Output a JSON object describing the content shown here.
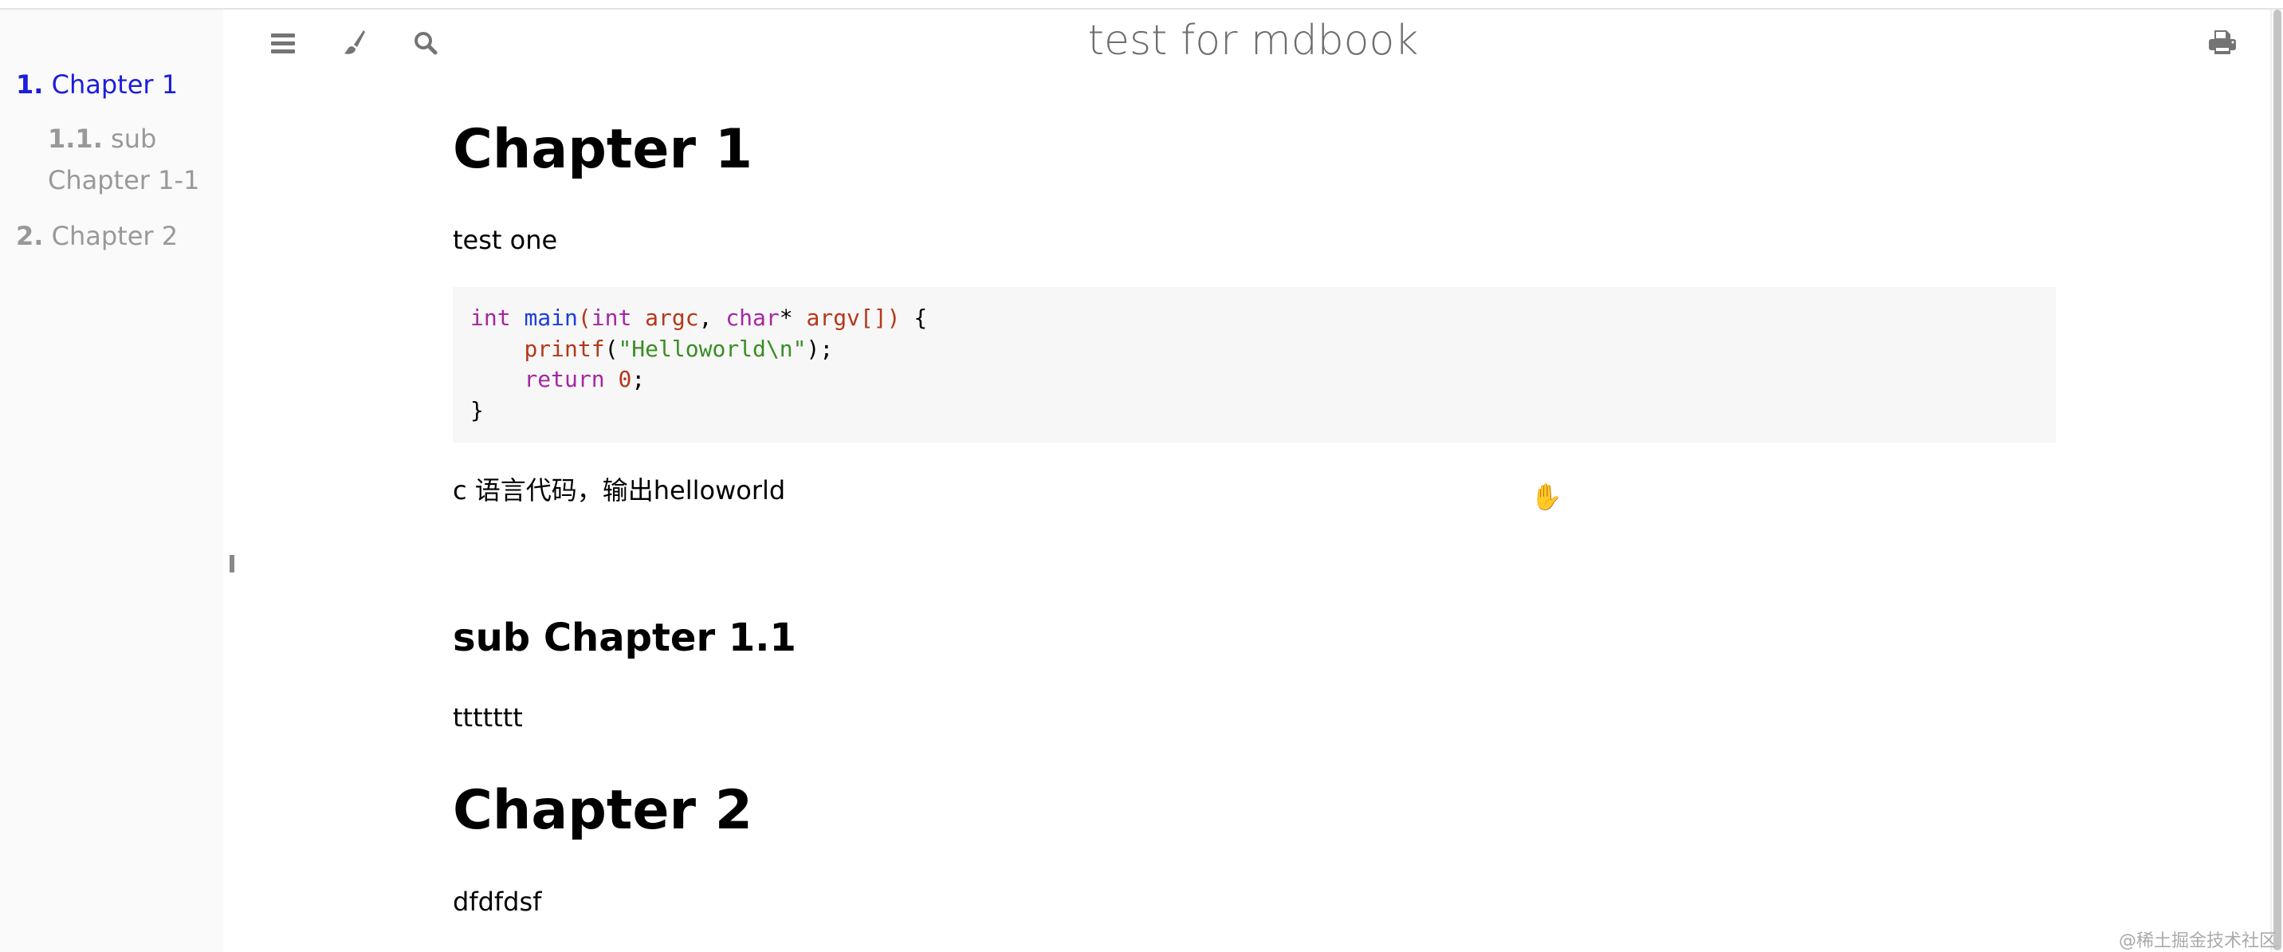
{
  "sidebar": {
    "items": [
      {
        "num": "1.",
        "label": "Chapter 1",
        "active": true
      },
      {
        "num": "1.1.",
        "label": "sub",
        "label2": "Chapter 1-1"
      },
      {
        "num": "2.",
        "label": "Chapter 2"
      }
    ]
  },
  "menubar": {
    "title": "test for mdbook",
    "icons": [
      "menu-icon",
      "paintbrush-icon",
      "search-icon",
      "print-icon"
    ]
  },
  "content": {
    "h1_a": "Chapter 1",
    "p1": "test one",
    "code": {
      "language": "c",
      "lines": [
        [
          [
            "kw",
            "int"
          ],
          [
            "pl",
            " "
          ],
          [
            "fn",
            "main"
          ],
          [
            "pa",
            "("
          ],
          [
            "kw",
            "int"
          ],
          [
            "pa",
            " argc"
          ],
          [
            "pl",
            ", "
          ],
          [
            "kw",
            "char"
          ],
          [
            "pl",
            "*"
          ],
          [
            "pa",
            " argv[])"
          ],
          [
            "pl",
            " {"
          ]
        ],
        [
          [
            "pl",
            "    "
          ],
          [
            "pa",
            "printf"
          ],
          [
            "pl",
            "("
          ],
          [
            "st",
            "\"Helloworld\\n\""
          ],
          [
            "pl",
            ");"
          ]
        ],
        [
          [
            "pl",
            "    "
          ],
          [
            "kw",
            "return"
          ],
          [
            "pl",
            " "
          ],
          [
            "pa",
            "0"
          ],
          [
            "pl",
            ";"
          ]
        ],
        [
          [
            "pl",
            "}"
          ]
        ]
      ]
    },
    "p2": "c 语言代码，输出helloworld",
    "h2": "sub Chapter 1.1",
    "p3": "ttttttt",
    "h1_b": "Chapter 2",
    "p4": "dfdfdsf"
  },
  "watermark": "@稀土掘金技术社区",
  "colors": {
    "active_link": "#1d1ddb",
    "sidebar_bg": "#fafafa",
    "code_bg": "#f6f7f6"
  }
}
